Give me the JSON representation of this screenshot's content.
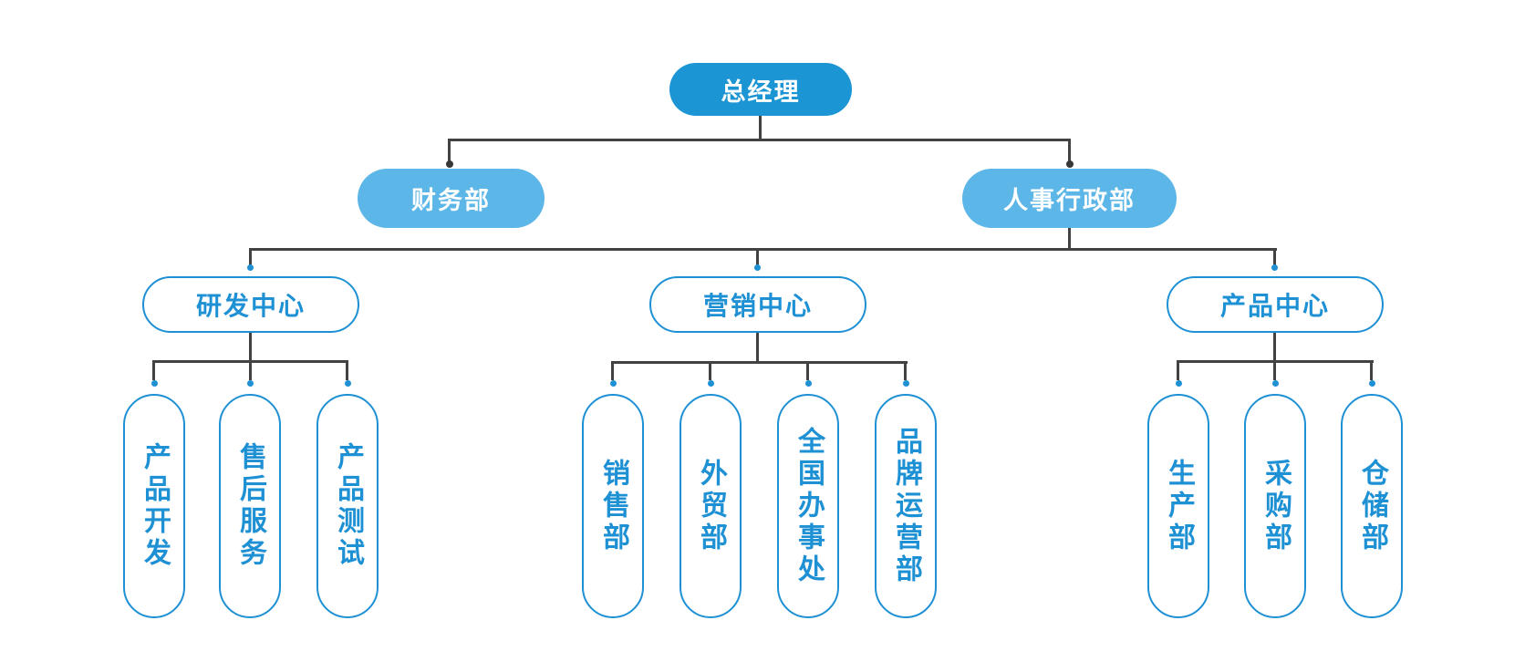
{
  "diagram": {
    "title_hint": "company-org-chart",
    "colors": {
      "primary": "#1B95D3",
      "secondary": "#5CB6E7",
      "outline": "#1E90D4",
      "line": "#424242",
      "dot_dark": "#383838"
    },
    "root": {
      "label": "总经理"
    },
    "level2": [
      {
        "label": "财务部"
      },
      {
        "label": "人事行政部"
      }
    ],
    "centers": [
      {
        "label": "研发中心",
        "children": [
          {
            "label": "产品开发"
          },
          {
            "label": "售后服务"
          },
          {
            "label": "产品测试"
          }
        ]
      },
      {
        "label": "营销中心",
        "children": [
          {
            "label": "销售部"
          },
          {
            "label": "外贸部"
          },
          {
            "label": "全国办事处"
          },
          {
            "label": "品牌运营部"
          }
        ]
      },
      {
        "label": "产品中心",
        "children": [
          {
            "label": "生产部"
          },
          {
            "label": "采购部"
          },
          {
            "label": "仓储部"
          }
        ]
      }
    ]
  }
}
